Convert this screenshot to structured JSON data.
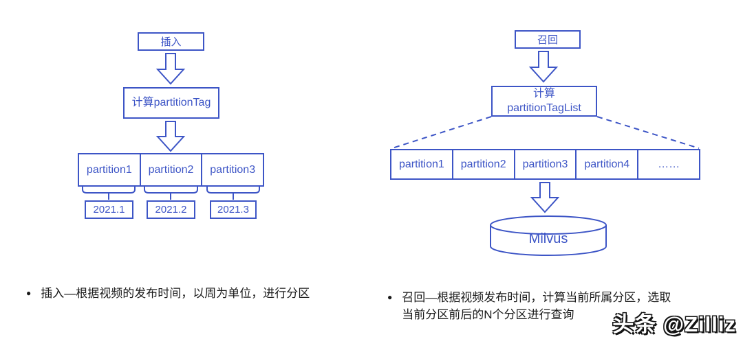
{
  "colors": {
    "accent": "#3D55C6",
    "note_text": "#1A1A1A",
    "background": "#FFFFFF"
  },
  "left_flow": {
    "title": "插入",
    "compute": "计算partitionTag",
    "partitions": [
      "partition1",
      "partition2",
      "partition3"
    ],
    "years": [
      "2021.1",
      "2021.2",
      "2021.3"
    ],
    "bullet": "●",
    "note": "插入—根据视频的发布时间，以周为单位，进行分区"
  },
  "right_flow": {
    "title": "召回",
    "compute_line1": "计算",
    "compute_line2": "partitionTagList",
    "partitions": [
      "partition1",
      "partition2",
      "partition3",
      "partition4",
      "……"
    ],
    "database": "Milvus",
    "bullet": "●",
    "note_line1": "召回—根据视频发布时间，计算当前所属分区，选取",
    "note_line2": "当前分区前后的N个分区进行查询"
  },
  "watermark": {
    "text": "头条 @Zilliz"
  }
}
